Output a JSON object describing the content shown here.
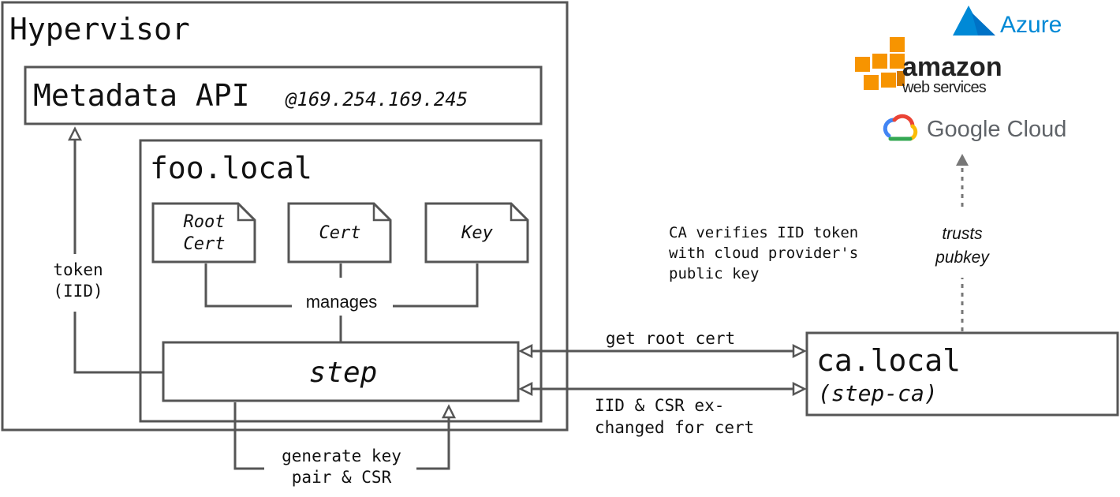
{
  "hypervisor": {
    "title": "Hypervisor"
  },
  "metadata_api": {
    "title": "Metadata API",
    "address": "@169.254.169.245"
  },
  "foo_local": {
    "title": "foo.local",
    "files": {
      "root_cert_line1": "Root",
      "root_cert_line2": "Cert",
      "cert": "Cert",
      "key": "Key"
    },
    "manages_label": "manages",
    "step_label": "step"
  },
  "token_label": {
    "line1": "token",
    "line2": "(IID)"
  },
  "generate_label": {
    "line1": "generate key",
    "line2": "pair & CSR"
  },
  "ca_local": {
    "title": "ca.local",
    "subtitle": "(step-ca)"
  },
  "get_root_label": "get root cert",
  "exchange_label": {
    "line1": "IID & CSR ex-",
    "line2": "changed for cert"
  },
  "verify_note": {
    "line1": "CA verifies IID token",
    "line2": "with cloud provider's",
    "line3": "public key"
  },
  "trusts_label": {
    "line1": "trusts",
    "line2": "pubkey"
  },
  "providers": {
    "azure": "Azure",
    "aws_line1": "amazon",
    "aws_line2": "web services",
    "google": "Google Cloud"
  },
  "colors": {
    "azure_blue": "#0089D6",
    "aws_orange": "#F79400",
    "aws_text": "#222222",
    "google_text": "#5F6368"
  }
}
